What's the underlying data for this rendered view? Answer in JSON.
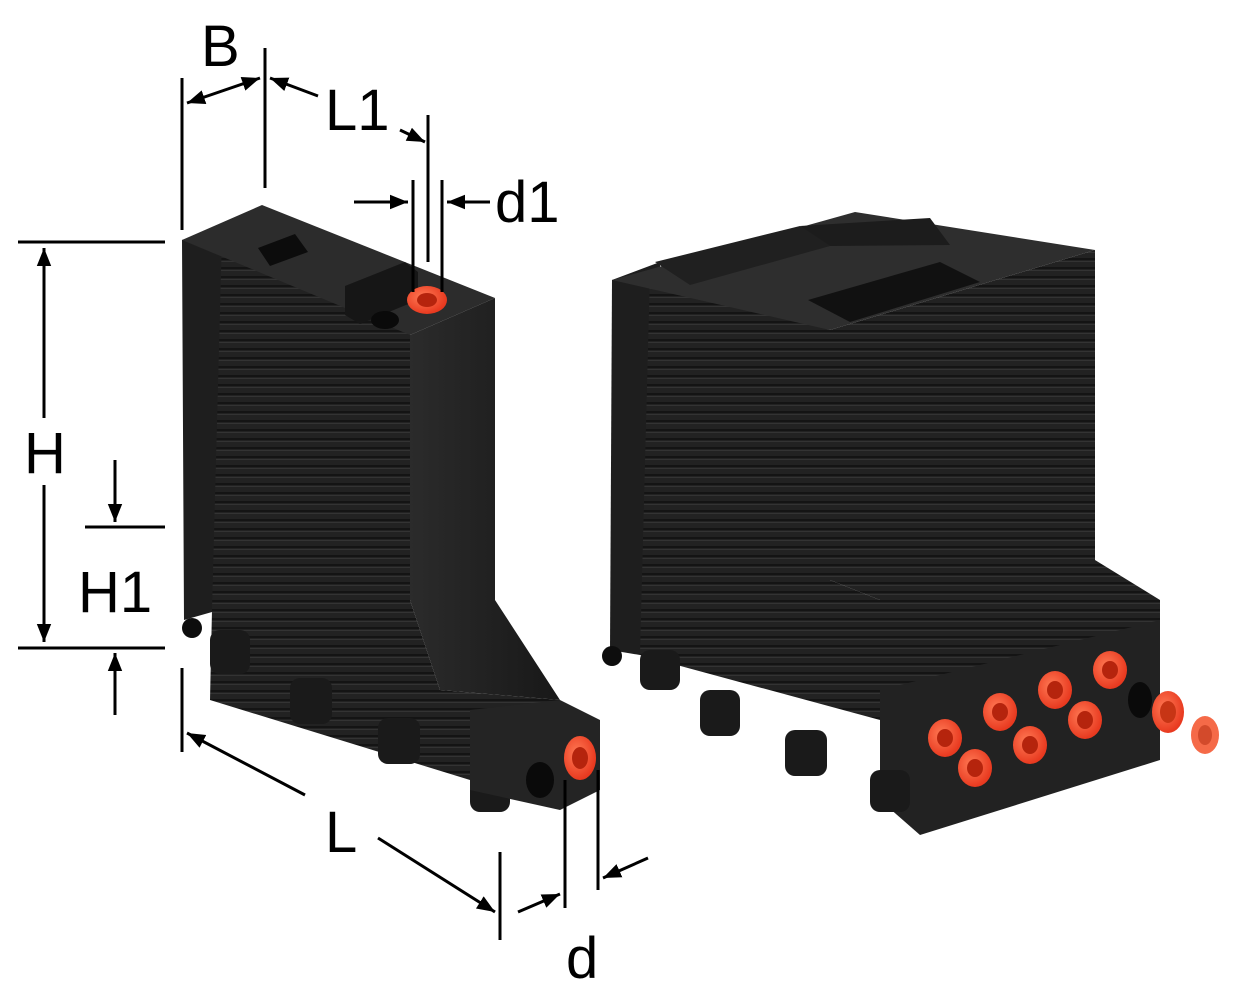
{
  "dimension_labels": {
    "width": "B",
    "length_1": "L1",
    "diameter_1": "d1",
    "height": "H",
    "height_1": "H1",
    "length": "L",
    "diameter": "d"
  },
  "colors": {
    "body": "#222222",
    "body_highlight": "#3a3a3a",
    "body_shadow": "#111111",
    "cap": "#f0452a",
    "cap_inner": "#c22a10",
    "dim_line": "#000000"
  },
  "icons": {
    "narrow_block": "narrow-distributor-block",
    "wide_block": "wide-distributor-block"
  }
}
